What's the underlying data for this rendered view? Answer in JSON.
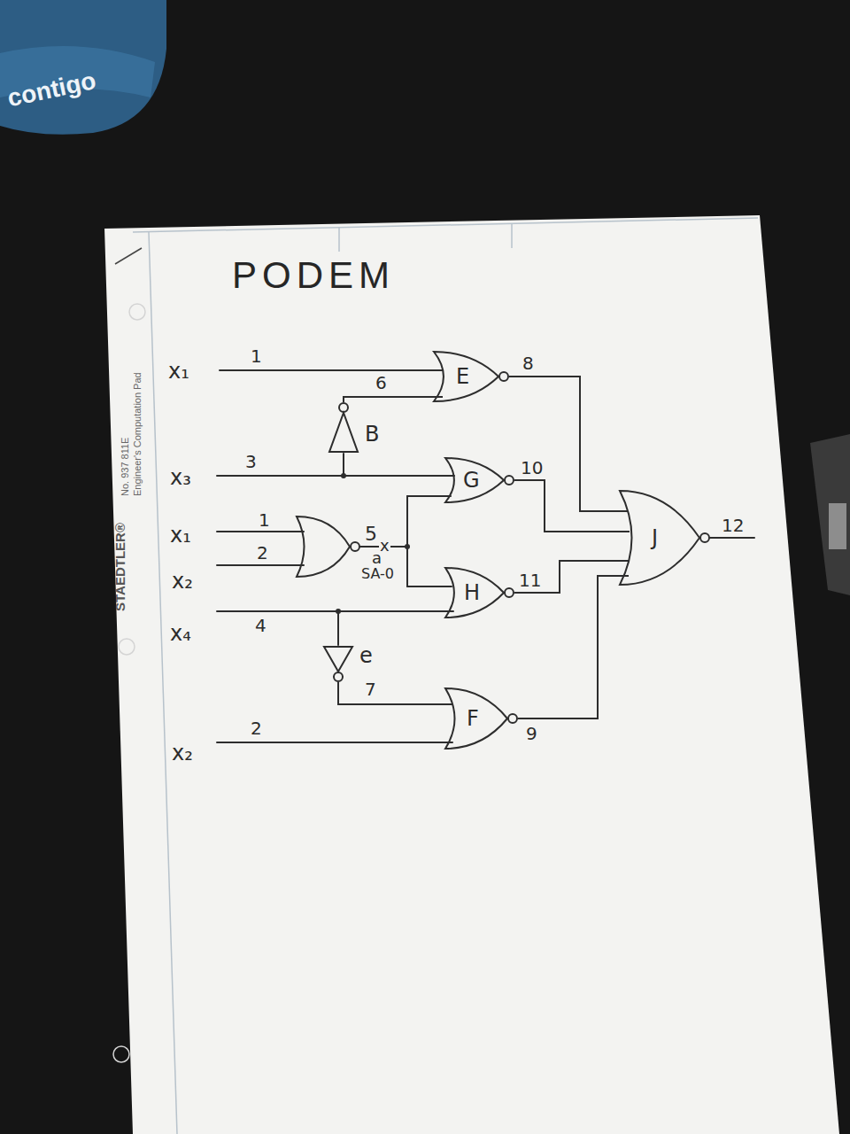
{
  "diagram": {
    "title": "PODEM",
    "nodes": [
      {
        "text": [
          "E"
        ]
      },
      {
        "text": [
          "B"
        ]
      },
      {
        "text": [
          "G"
        ]
      },
      {
        "text": [
          "J"
        ]
      },
      {
        "text": [
          "H"
        ]
      },
      {
        "text": [
          "e"
        ]
      },
      {
        "text": [
          "F"
        ]
      }
    ],
    "edges": [
      {
        "from": 1,
        "to": 0,
        "label": "6",
        "arrow": "none"
      },
      {
        "from": 0,
        "to": 3,
        "label": "8",
        "arrow": "none"
      },
      {
        "from": 2,
        "to": 3,
        "label": "10",
        "arrow": "none"
      },
      {
        "from": 4,
        "to": 3,
        "label": "11",
        "arrow": "none"
      },
      {
        "from": 6,
        "to": 3,
        "label": "9",
        "arrow": "none"
      },
      {
        "from": 5,
        "to": 6,
        "label": "7",
        "arrow": "none"
      }
    ],
    "labels": [
      "x₁",
      "1",
      "x₃",
      "3",
      "x₁",
      "1",
      "x₂",
      "2",
      "x₄",
      "4",
      "x₂",
      "2",
      "5",
      "x",
      "a",
      "SA-0",
      "12",
      "STAEDTLER®",
      "No. 937 811E",
      "Engineer's Computation Pad",
      "contigo"
    ]
  }
}
